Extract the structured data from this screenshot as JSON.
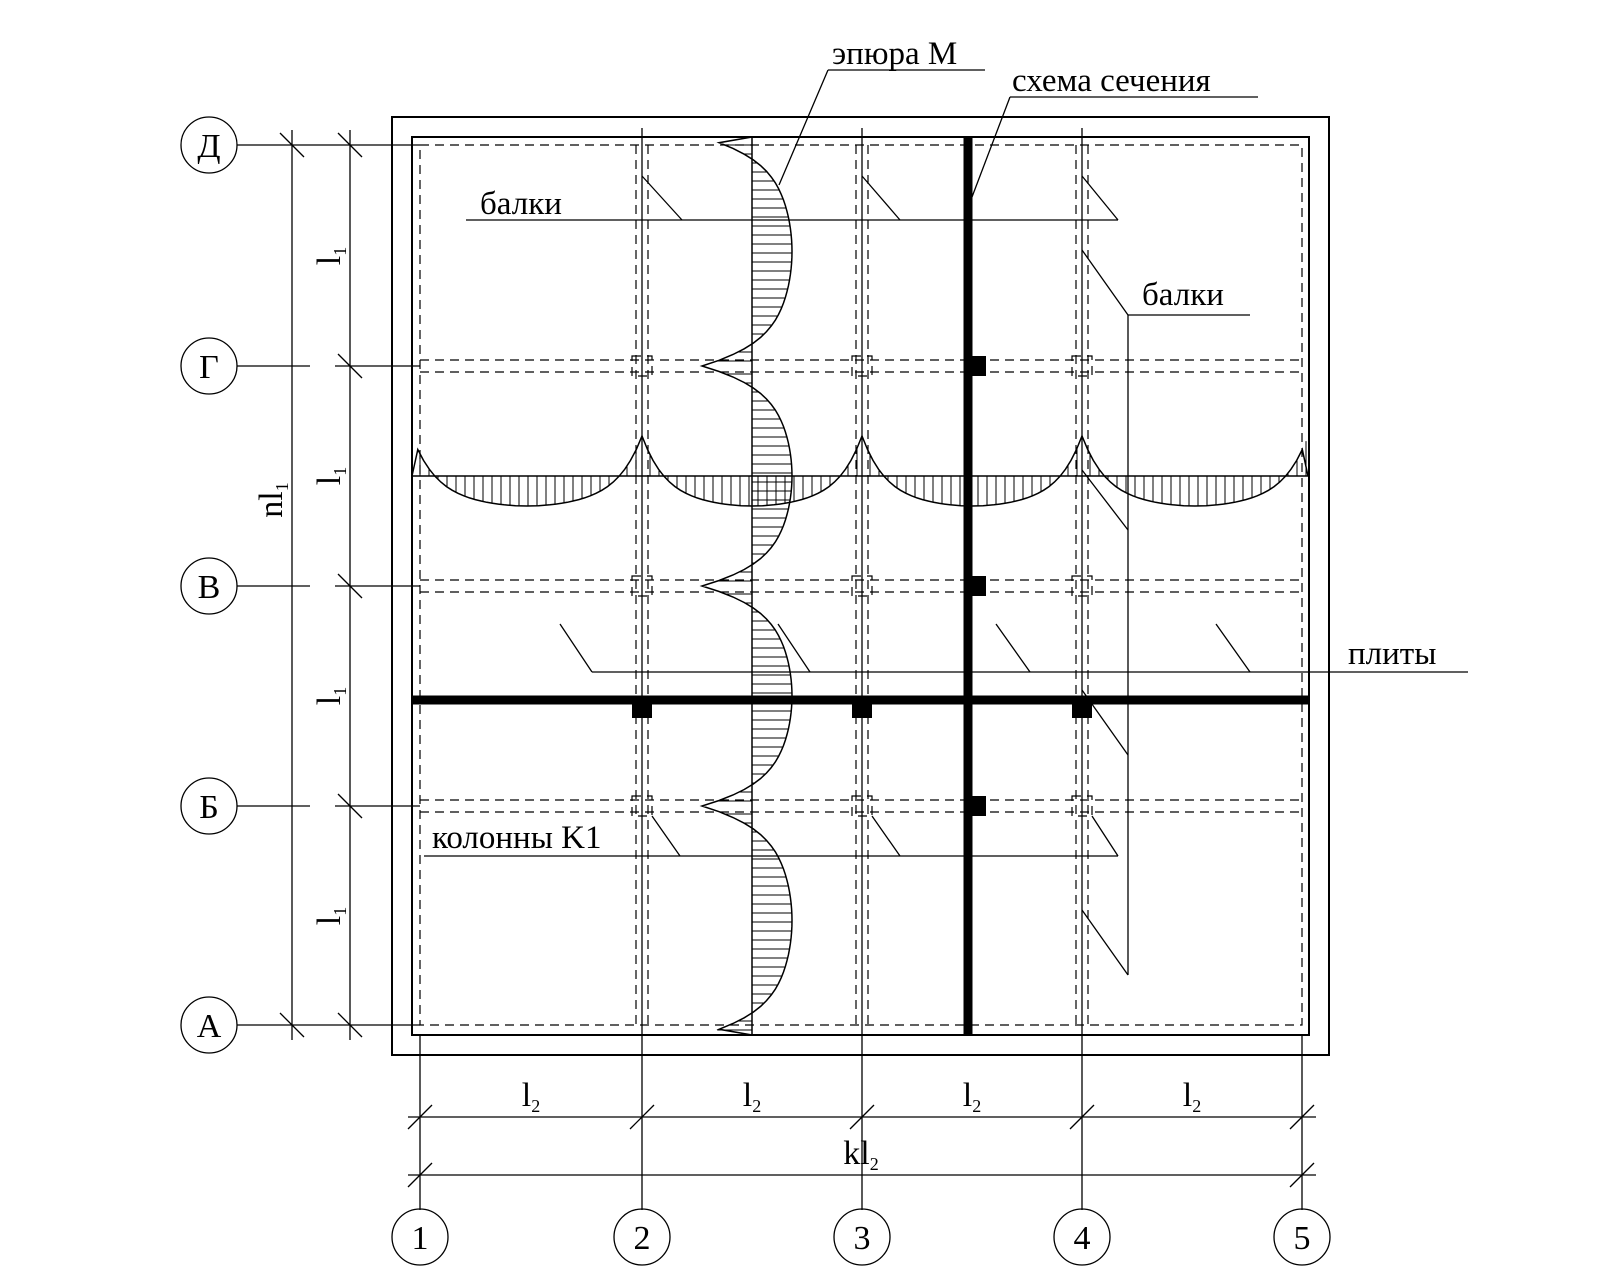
{
  "labels": {
    "epure": "эпюра M",
    "section": "схема сечения",
    "beams_top": "балки",
    "beams_right": "балки",
    "slabs": "плиты",
    "columns": "колонны K1"
  },
  "row_axes": [
    "Д",
    "Г",
    "В",
    "Б",
    "А"
  ],
  "col_axes": [
    "1",
    "2",
    "3",
    "4",
    "5"
  ],
  "dims": {
    "l1_main": "l",
    "l1_sub": "1",
    "l2_main": "l",
    "l2_sub": "2",
    "n_prefix": "n",
    "k_prefix": "k"
  }
}
